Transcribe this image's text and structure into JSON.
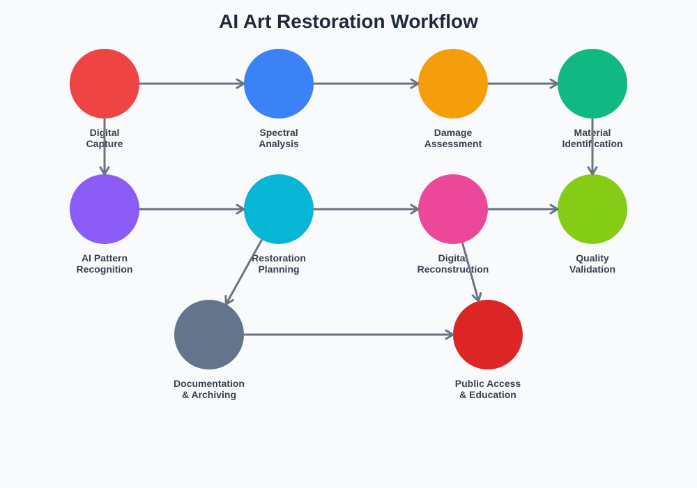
{
  "title": "AI Art Restoration Workflow",
  "nodes": [
    {
      "id": "digital-capture",
      "lines": [
        "Digital",
        "Capture"
      ],
      "color": "#ef4444",
      "row": 0,
      "col": 0
    },
    {
      "id": "spectral-analysis",
      "lines": [
        "Spectral",
        "Analysis"
      ],
      "color": "#3b82f6",
      "row": 0,
      "col": 1
    },
    {
      "id": "damage-assessment",
      "lines": [
        "Damage",
        "Assessment"
      ],
      "color": "#f59e0b",
      "row": 0,
      "col": 2
    },
    {
      "id": "material-identification",
      "lines": [
        "Material",
        "Identification"
      ],
      "color": "#10b981",
      "row": 0,
      "col": 3
    },
    {
      "id": "ai-pattern-recognition",
      "lines": [
        "AI Pattern",
        "Recognition"
      ],
      "color": "#8b5cf6",
      "row": 1,
      "col": 0
    },
    {
      "id": "restoration-planning",
      "lines": [
        "Restoration",
        "Planning"
      ],
      "color": "#06b6d4",
      "row": 1,
      "col": 1
    },
    {
      "id": "digital-reconstruction",
      "lines": [
        "Digital",
        "Reconstruction"
      ],
      "color": "#ec4899",
      "row": 1,
      "col": 2
    },
    {
      "id": "quality-validation",
      "lines": [
        "Quality",
        "Validation"
      ],
      "color": "#84cc16",
      "row": 1,
      "col": 3
    },
    {
      "id": "documentation-archiving",
      "lines": [
        "Documentation",
        "& Archiving"
      ],
      "color": "#64748b",
      "row": 2,
      "col": 0
    },
    {
      "id": "public-access-education",
      "lines": [
        "Public Access",
        "& Education"
      ],
      "color": "#dc2626",
      "row": 2,
      "col": 1
    }
  ],
  "edges": [
    {
      "from": "digital-capture",
      "to": "spectral-analysis"
    },
    {
      "from": "spectral-analysis",
      "to": "damage-assessment"
    },
    {
      "from": "damage-assessment",
      "to": "material-identification"
    },
    {
      "from": "digital-capture",
      "to": "ai-pattern-recognition"
    },
    {
      "from": "material-identification",
      "to": "quality-validation"
    },
    {
      "from": "ai-pattern-recognition",
      "to": "restoration-planning"
    },
    {
      "from": "restoration-planning",
      "to": "digital-reconstruction"
    },
    {
      "from": "digital-reconstruction",
      "to": "quality-validation"
    },
    {
      "from": "restoration-planning",
      "to": "documentation-archiving"
    },
    {
      "from": "digital-reconstruction",
      "to": "public-access-education"
    },
    {
      "from": "documentation-archiving",
      "to": "public-access-education"
    }
  ],
  "colors": {
    "background": "#f8fafc",
    "title": "#1e293b",
    "label": "#374151",
    "edge": "#6b7280"
  }
}
